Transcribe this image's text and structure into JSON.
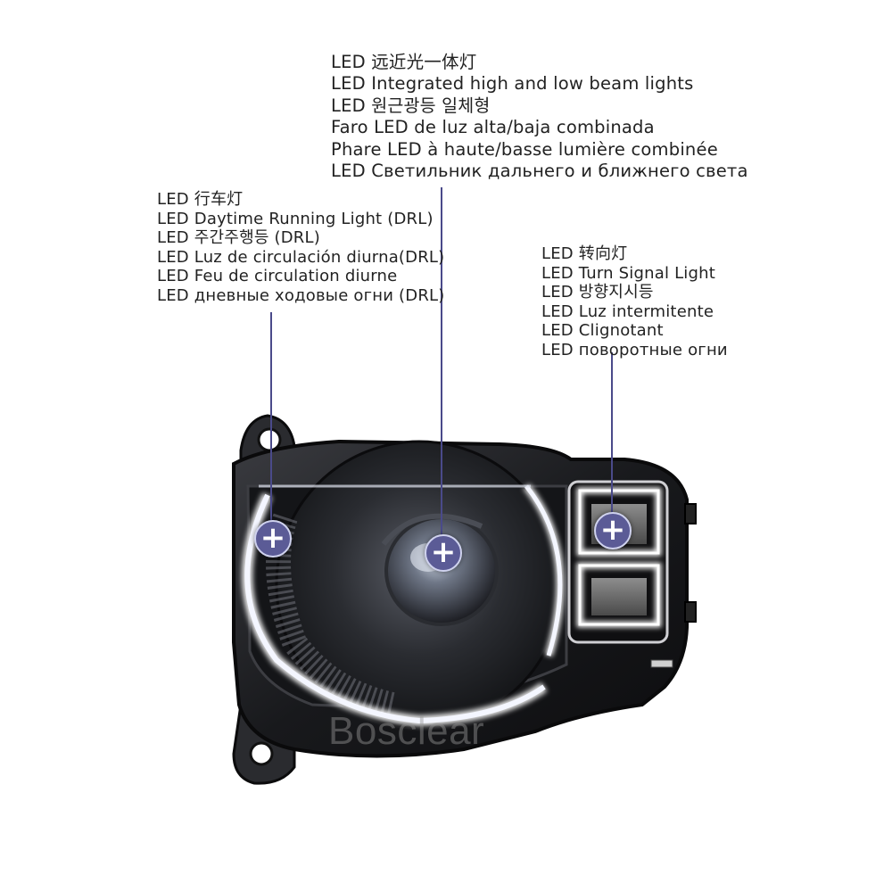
{
  "callouts": {
    "high_low": {
      "lines": [
        "LED 远近光一体灯",
        "LED Integrated high and low beam lights",
        "LED 원근광등 일체형",
        "Faro LED de luz alta/baja combinada",
        "Phare LED à haute/basse lumière combinée",
        "LED Светильник дальнего и ближнего света"
      ]
    },
    "drl": {
      "lines": [
        "LED 行车灯",
        "LED Daytime Running Light (DRL)",
        "LED 주간주행등 (DRL)",
        "LED Luz de circulación diurna(DRL)",
        "LED Feu de circulation diurne",
        "LED дневные ходовые огни (DRL)"
      ]
    },
    "turn": {
      "lines": [
        "LED 转向灯",
        "LED Turn Signal Light",
        "LED 방향지시등",
        "LED Luz intermitente",
        "LED Clignotant",
        "LED поворотные огни"
      ]
    }
  },
  "markers": {
    "symbol": "+"
  },
  "watermark": "Bosclear",
  "colors": {
    "marker_fill": "#5b5b96",
    "leader_line": "#4a4a8a",
    "housing": "#1a1a1c",
    "drl_glow": "#eef3ff"
  }
}
